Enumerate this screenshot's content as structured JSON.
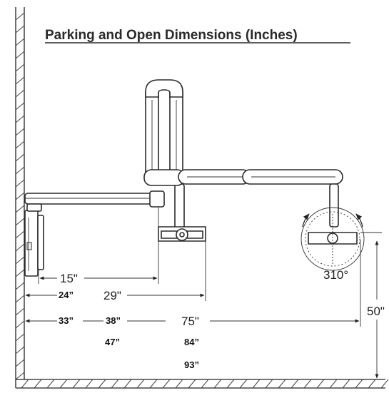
{
  "title": "Parking and Open Dimensions (Inches)",
  "dimensions": {
    "d15": "15\"",
    "d29": "29\"",
    "d75": "75\"",
    "d50": "50\"",
    "angle": "310°",
    "d24": "24”",
    "d33": "33”",
    "d38": "38”",
    "d47": "47”",
    "d84": "84”",
    "d93": "93”"
  },
  "colors": {
    "line": "#222222",
    "background": "#ffffff"
  }
}
